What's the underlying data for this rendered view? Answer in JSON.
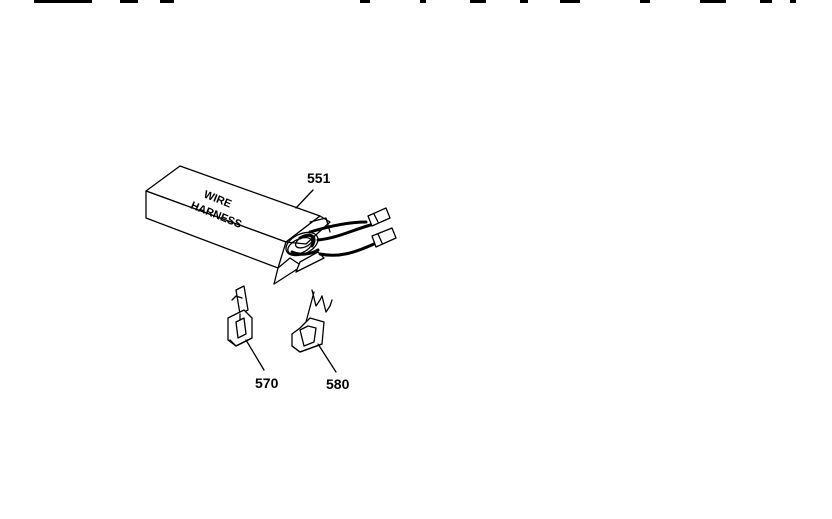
{
  "header": {
    "text": ""
  },
  "box": {
    "line1": "WIRE",
    "line2": "HARNESS"
  },
  "parts": {
    "wire_harness": {
      "number": "551"
    },
    "terminal_a": {
      "number": "570"
    },
    "terminal_b": {
      "number": "580"
    }
  }
}
